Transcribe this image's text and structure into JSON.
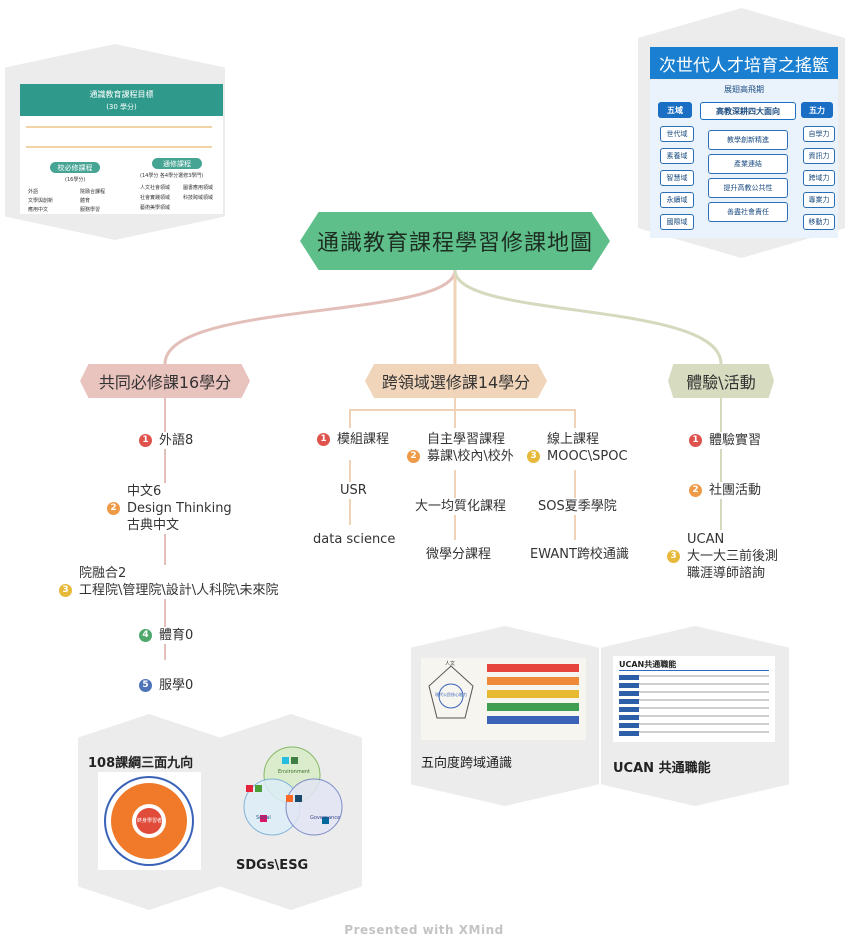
{
  "central": "通識教育課程學習修課地圖",
  "branches": [
    {
      "label": "共同必修課16學分",
      "items": [
        "外語8",
        "中文6",
        "Design Thinking",
        "古典中文",
        "院融合2",
        "工程院\\管理院\\設計\\人科院\\未來院",
        "體育0",
        "服學0"
      ]
    },
    {
      "label": "跨領域選修課14學分",
      "cols": [
        [
          "模組課程",
          "USR",
          "data science"
        ],
        [
          "自主學習課程",
          "募課\\校內\\校外",
          "大一均質化課程",
          "微學分課程"
        ],
        [
          "線上課程",
          "MOOC\\SPOC",
          "SOS夏季學院",
          "EWANT跨校通識"
        ]
      ]
    },
    {
      "label": "體驗\\活動",
      "items": [
        "體驗實習",
        "社團活動",
        "UCAN",
        "大一大三前後測",
        "職涯導師諮詢"
      ]
    }
  ],
  "cards": {
    "goal": {
      "header": "通識教育課程目標",
      "credits": "(30 學分)",
      "left_pill": "校必修課程",
      "left_credits": "(16學分)",
      "left_rows": [
        "外語",
        "文學與創新",
        "應用中文",
        "院融合課程",
        "體育",
        "服務學習"
      ],
      "right_pill": "通修課程",
      "right_credits": "(14學分 各4學分選修3學門)",
      "right_rows": [
        "人文社會領域",
        "社會實踐領域",
        "藝術美學領域",
        "圖書應用領域",
        "科技跨域領域"
      ]
    },
    "poster": {
      "title": "次世代人才培育之搖籃",
      "subtitle": "展翅高飛期",
      "left_head": "五域",
      "mid_head": "高教深耕四大面向",
      "right_head": "五力",
      "domains": [
        "世代域",
        "素養域",
        "智慧域",
        "永續域",
        "國際域"
      ],
      "aspects": [
        "教學創新精進",
        "產業連結",
        "提升高教公共性",
        "善盡社會責任"
      ],
      "powers": [
        "自學力",
        "資訊力",
        "跨域力",
        "專業力",
        "移動力"
      ]
    },
    "curriculum": {
      "label": "108課綱三面九向",
      "center": "終身學習者"
    },
    "sdgs": {
      "label": "SDGs\\ESG",
      "circles": [
        "Environment",
        "Social",
        "Governance"
      ]
    },
    "fivedir": {
      "label": "五向度跨域通識",
      "diagram_title": "人文",
      "center": "現代公民核心能力"
    },
    "ucan": {
      "label": "UCAN 共通職能",
      "doc_title": "UCAN共通職能"
    }
  },
  "footer": "Presented with XMind"
}
